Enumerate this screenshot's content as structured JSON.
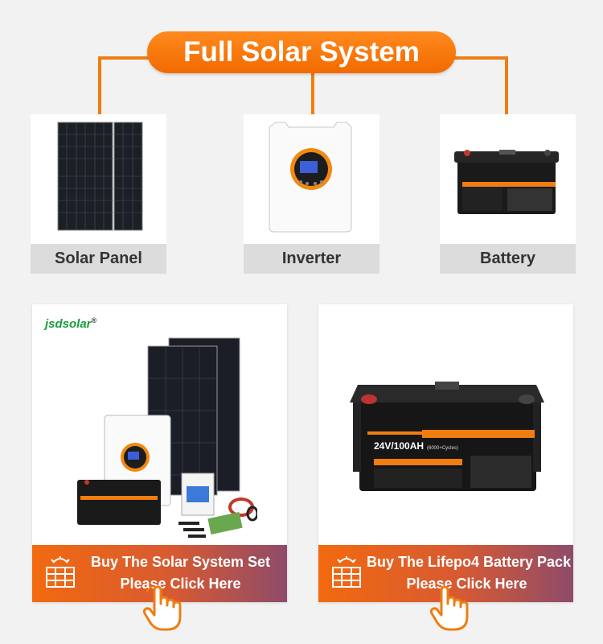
{
  "header": {
    "title": "Full Solar System"
  },
  "categories": [
    {
      "label": "Solar Panel"
    },
    {
      "label": "Inverter"
    },
    {
      "label": "Battery"
    }
  ],
  "brand": {
    "logo_text": "jsdsolar",
    "registered": "®"
  },
  "products": [
    {
      "button_line1": "Buy The Solar System Set",
      "button_line2": "Please Click  Here"
    },
    {
      "button_line1": "Buy The Lifepo4 Battery Pack",
      "button_line2": "Please Click Here"
    }
  ],
  "battery_label": {
    "model": "24V/100AH",
    "cycles": "(6000+Cycles)"
  },
  "colors": {
    "accent": "#f07d10",
    "button_end": "#8e4b6a",
    "label_bg": "#dcdcdc"
  },
  "icons": [
    "solar-panel-icon",
    "pointing-hand-icon"
  ]
}
